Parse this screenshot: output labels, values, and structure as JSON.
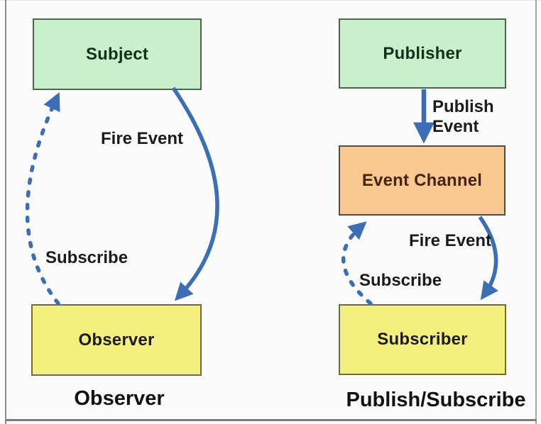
{
  "colors": {
    "green_box_fill": "#c9efcb",
    "green_box_border": "#51604f",
    "orange_box_fill": "#f8c890",
    "orange_box_border": "#5d4a36",
    "yellow_box_fill": "#f5f07d",
    "yellow_box_border": "#6c6c3e",
    "arrow_blue": "#3c6eb6",
    "frame_gray": "#8c8c8c",
    "caption_text": "#111111"
  },
  "observer_panel": {
    "caption": "Observer",
    "boxes": {
      "subject": "Subject",
      "observer": "Observer"
    },
    "labels": {
      "fire_event": "Fire Event",
      "subscribe": "Subscribe"
    }
  },
  "pubsub_panel": {
    "caption": "Publish/Subscribe",
    "boxes": {
      "publisher": "Publisher",
      "event_channel": "Event Channel",
      "subscriber": "Subscriber"
    },
    "labels": {
      "publish_event_line1": "Publish",
      "publish_event_line2": "Event",
      "fire_event": "Fire Event",
      "subscribe": "Subscribe"
    }
  }
}
